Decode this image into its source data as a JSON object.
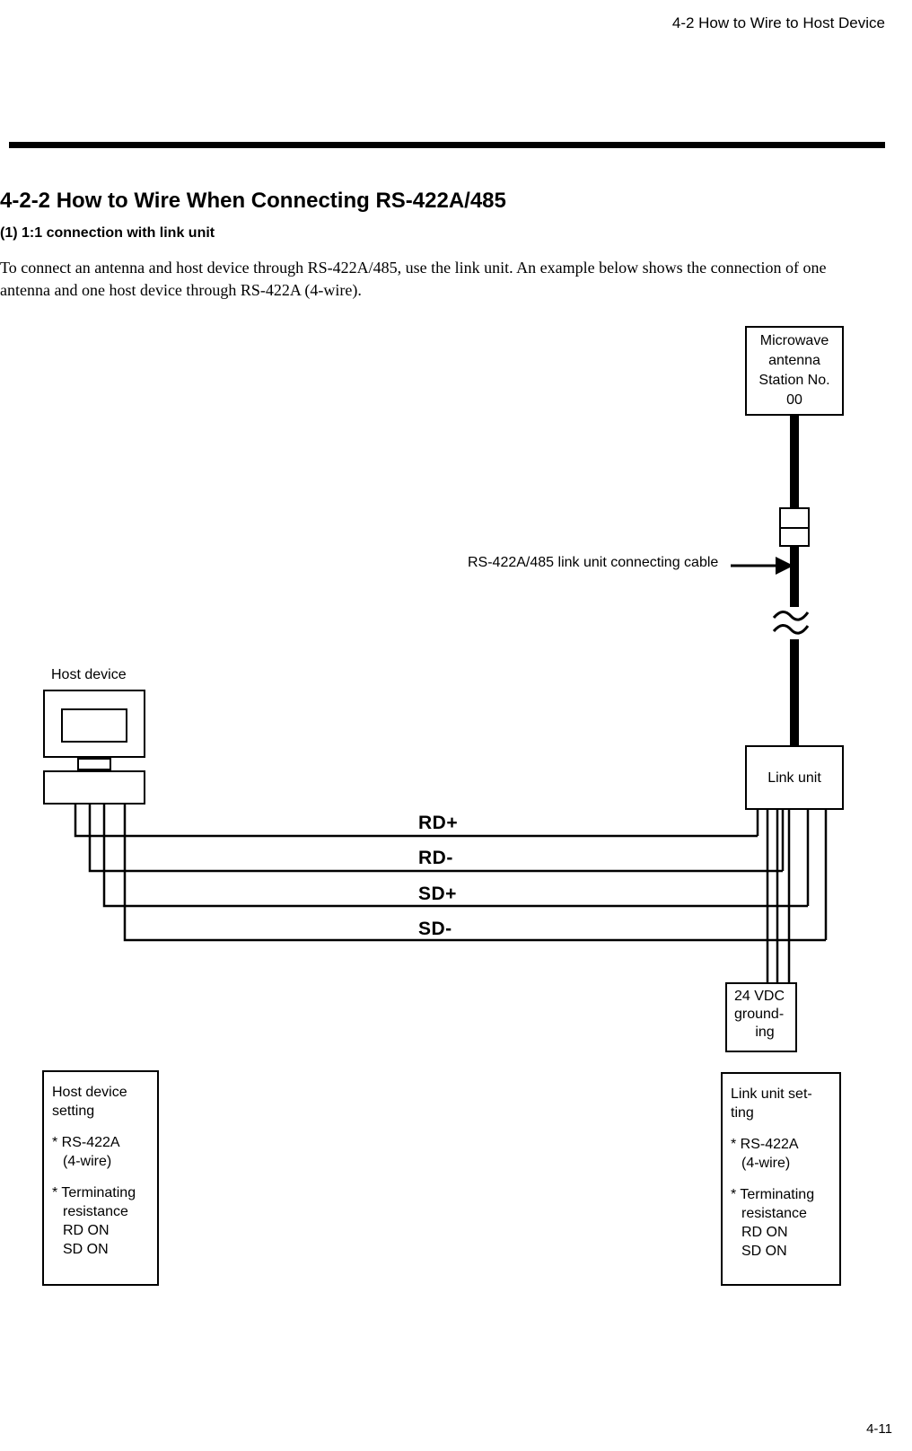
{
  "page": {
    "header_title": "4-2 How to Wire to Host Device",
    "footer_page_number": "4-11",
    "section_heading": "4-2-2  How to Wire When Connecting RS-422A/485",
    "sub_heading": "(1) 1:1 connection with link unit",
    "body_paragraph": "To connect an antenna and host device through RS-422A/485, use the link unit.  An example below shows the connection of one antenna and one host device through RS-422A (4-wire)."
  },
  "diagram": {
    "antenna": {
      "line1": "Microwave",
      "line2": "antenna",
      "line3": "Station No.",
      "line4": "00"
    },
    "cable_callout": "RS-422A/485 link unit connecting cable",
    "host_device_label": "Host device",
    "link_unit_label": "Link unit",
    "grounding": {
      "line1": "24 VDC",
      "line2": "ground-",
      "line3": "ing"
    },
    "signals": [
      {
        "name": "RD+"
      },
      {
        "name": "RD-"
      },
      {
        "name": "SD+"
      },
      {
        "name": "SD-"
      }
    ],
    "host_setting": {
      "title_line1": "Host device",
      "title_line2": "setting",
      "item1_line1": "* RS-422A",
      "item1_line2": "(4-wire)",
      "item2_line1": "* Terminating",
      "item2_line2": "resistance",
      "item2_line3": "RD ON",
      "item2_line4": "SD ON"
    },
    "link_setting": {
      "title_line1": "Link unit set-",
      "title_line2": "ting",
      "item1_line1": "* RS-422A",
      "item1_line2": "(4-wire)",
      "item2_line1": "* Terminating",
      "item2_line2": "resistance",
      "item2_line3": "RD ON",
      "item2_line4": "SD ON"
    }
  },
  "colors": {
    "ink": "#000000",
    "paper": "#ffffff"
  }
}
